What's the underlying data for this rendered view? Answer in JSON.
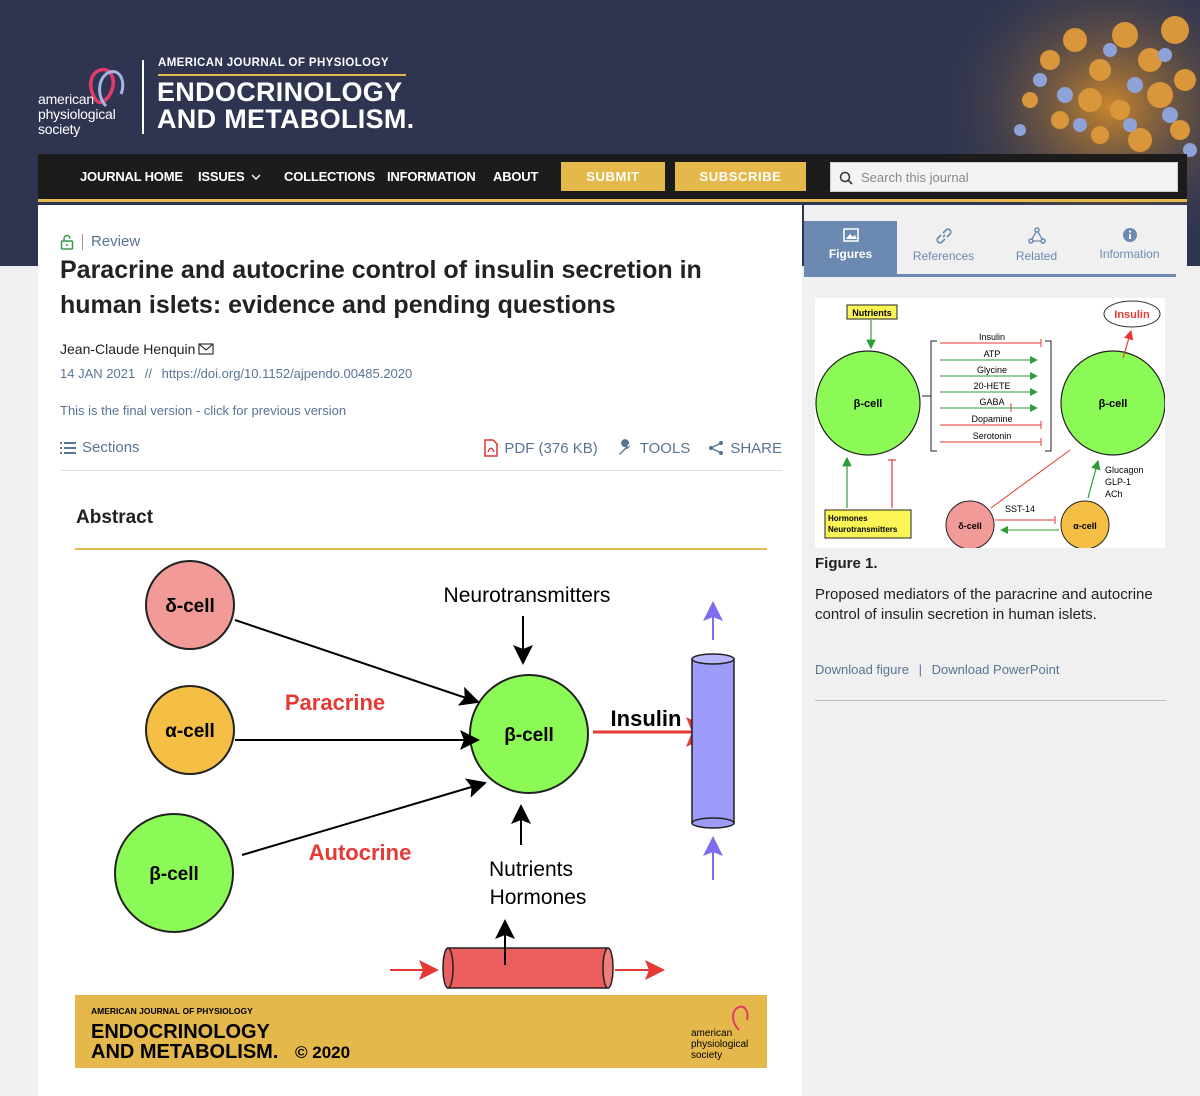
{
  "header": {
    "society_name": "american physiological society",
    "society_lines": [
      "american",
      "physiological",
      "society"
    ],
    "journal_small": "AMERICAN JOURNAL OF PHYSIOLOGY",
    "journal_line1": "ENDOCRINOLOGY",
    "journal_line2": "AND METABOLISM.",
    "accent_color": "#e4b84a",
    "banner_color": "#2f3550"
  },
  "nav": {
    "items": [
      "JOURNAL HOME",
      "ISSUES",
      "COLLECTIONS",
      "INFORMATION",
      "ABOUT"
    ],
    "submit": "SUBMIT",
    "subscribe": "SUBSCRIBE",
    "search_placeholder": "Search this journal"
  },
  "article": {
    "type": "Review",
    "title": "Paracrine and autocrine control of insulin secretion in human islets: evidence and pending questions",
    "author": "Jean-Claude Henquin",
    "date": "14 JAN 2021",
    "date_sep": "//",
    "doi": "https://doi.org/10.1152/ajpendo.00485.2020",
    "version_note": "This is the final version - click for previous version",
    "sections_label": "Sections",
    "pdf_label": "PDF (376 KB)",
    "tools_label": "TOOLS",
    "share_label": "SHARE",
    "abstract_heading": "Abstract"
  },
  "abstract_figure": {
    "delta_cell": "δ-cell",
    "alpha_cell": "α-cell",
    "beta_cell": "β-cell",
    "target_cell": "β-cell",
    "paracrine": "Paracrine",
    "autocrine": "Autocrine",
    "neurotransmitters": "Neurotransmitters",
    "insulin": "Insulin",
    "nutrients": "Nutrients",
    "hormones": "Hormones",
    "footer_small": "AMERICAN JOURNAL OF PHYSIOLOGY",
    "footer_line1": "ENDOCRINOLOGY",
    "footer_line2": "AND METABOLISM.",
    "footer_copyright": "© 2020",
    "footer_society": [
      "american",
      "physiological",
      "society"
    ]
  },
  "sidebar": {
    "tabs": [
      "Figures",
      "References",
      "Related",
      "Information"
    ],
    "active_tab": "Figures",
    "figure_label": "Figure 1.",
    "caption": "Proposed mediators of the paracrine and autocrine control of insulin secretion in human islets.",
    "download_figure": "Download figure",
    "link_sep": "|",
    "download_ppt": "Download PowerPoint"
  },
  "figure1": {
    "nutrients": "Nutrients",
    "insulin": "Insulin",
    "left_cell": "β-cell",
    "right_cell": "β-cell",
    "mediators": [
      "Insulin",
      "ATP",
      "Glycine",
      "20-HETE",
      "GABA",
      "Dopamine",
      "Serotonin"
    ],
    "hormones": "Hormones",
    "neurotransmitters": "Neurotransmitters",
    "delta_cell": "δ-cell",
    "alpha_cell": "α-cell",
    "sst": "SST-14",
    "glucagon": "Glucagon",
    "glp1": "GLP-1",
    "ach": "ACh"
  }
}
